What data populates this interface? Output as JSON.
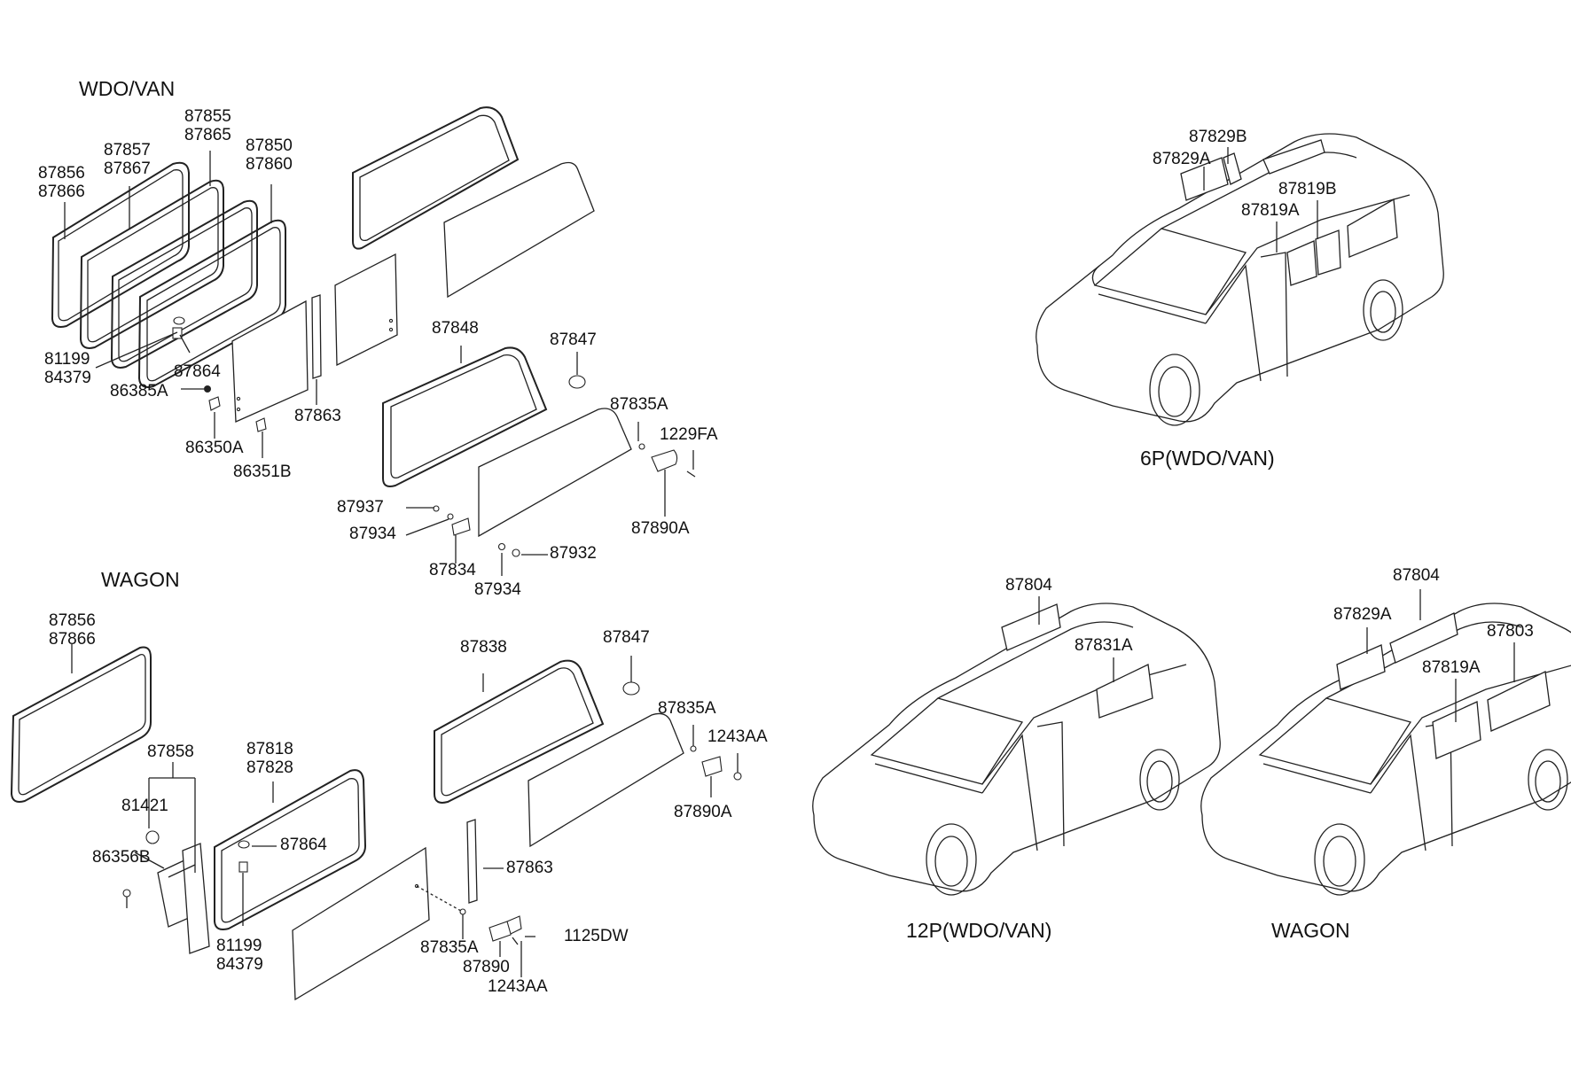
{
  "colors": {
    "line": "#222222",
    "text": "#111111",
    "background": "#ffffff"
  },
  "sections": {
    "wdo_van": "WDO/VAN",
    "wagon": "WAGON"
  },
  "views": {
    "v6p": "6P(WDO/VAN)",
    "v12p": "12P(WDO/VAN)",
    "wagon": "WAGON"
  },
  "parts": {
    "p87855": "87855",
    "p87865": "87865",
    "p87857": "87857",
    "p87867": "87867",
    "p87850": "87850",
    "p87860": "87860",
    "p87856": "87856",
    "p87866": "87866",
    "p81199": "81199",
    "p84379": "84379",
    "p87864": "87864",
    "p86385A": "86385A",
    "p86350A": "86350A",
    "p86351B": "86351B",
    "p87863": "87863",
    "p87848": "87848",
    "p87847": "87847",
    "p87835A": "87835A",
    "p1229FA": "1229FA",
    "p87937": "87937",
    "p87934": "87934",
    "p87834": "87834",
    "p87934b": "87934",
    "p87932": "87932",
    "p87890A": "87890A",
    "w87856": "87856",
    "w87866": "87866",
    "w87838": "87838",
    "w87847": "87847",
    "w87835A": "87835A",
    "w1243AA": "1243AA",
    "w87890A": "87890A",
    "w87858": "87858",
    "w81421": "81421",
    "w86356B": "86356B",
    "w87818": "87818",
    "w87828": "87828",
    "w87864": "87864",
    "w87863": "87863",
    "w81199": "81199",
    "w84379": "84379",
    "w87835Ab": "87835A",
    "w87890": "87890",
    "w1243AAb": "1243AA",
    "w1125DW": "1125DW",
    "c6_87829B": "87829B",
    "c6_87829A": "87829A",
    "c6_87819B": "87819B",
    "c6_87819A": "87819A",
    "c12_87804": "87804",
    "c12_87831A": "87831A",
    "cw_87804": "87804",
    "cw_87829A": "87829A",
    "cw_87803": "87803",
    "cw_87819A": "87819A"
  }
}
